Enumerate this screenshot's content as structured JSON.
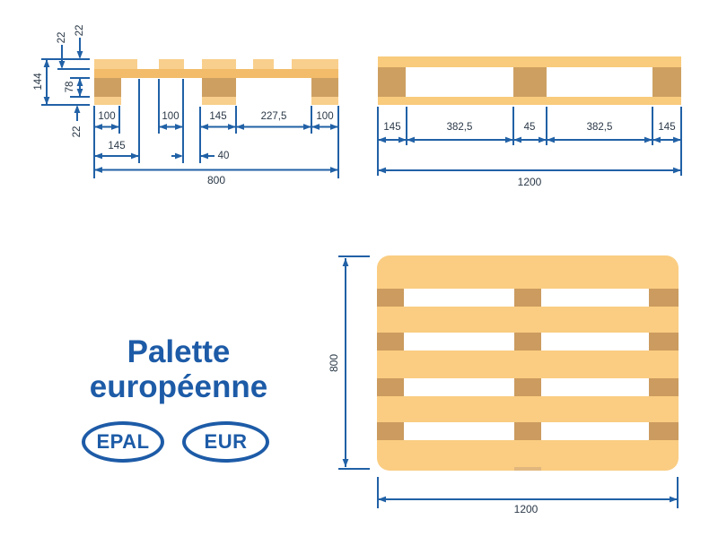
{
  "title": {
    "line1": "Palette",
    "line2": "européenne"
  },
  "badges": {
    "epal": "EPAL",
    "eur": "EUR"
  },
  "colors": {
    "dimension_blue": "#2161A6",
    "label_dark": "#2A3847",
    "brand_blue": "#1D5BA7",
    "wood_light": "#F8CF8C",
    "wood_medium": "#F2BC6A",
    "wood_dark": "#CDA062",
    "wood_light_long": "#F9CB7C",
    "wood_top_view": "#FACD82",
    "wood_patch": "#CB9B5F",
    "background": "#FFFFFF"
  },
  "side_view_800": {
    "dims_row1": [
      "100",
      "100",
      "145",
      "227,5",
      "100"
    ],
    "dims_row2": {
      "board": "145",
      "gap": "40"
    },
    "overall": "800",
    "heights": {
      "top_board": "22",
      "cross_board": "22",
      "overall": "144",
      "block": "78",
      "bottom_board": "22"
    }
  },
  "side_view_1200": {
    "dims_row1": [
      "145",
      "382,5",
      "45",
      "382,5",
      "145"
    ],
    "overall": "1200"
  },
  "top_view": {
    "width": "800",
    "length": "1200"
  }
}
